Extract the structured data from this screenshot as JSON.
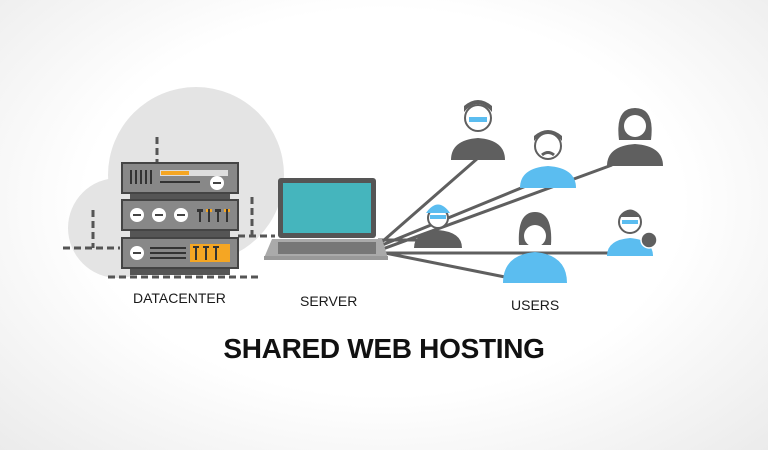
{
  "title": "SHARED WEB HOSTING",
  "labels": {
    "datacenter": "DATACENTER",
    "server": "SERVER",
    "users": "USERS"
  },
  "colors": {
    "dark": "#5f5f5f",
    "blue": "#5bbdf0",
    "orange": "#f5a623",
    "screen": "#45b5bd",
    "cloud": "#e4e4e4"
  },
  "users": [
    {
      "name": "businessman",
      "color": "dark"
    },
    {
      "name": "doctor",
      "color": "blue"
    },
    {
      "name": "support-agent",
      "color": "dark"
    },
    {
      "name": "engineer",
      "color": "dark"
    },
    {
      "name": "woman",
      "color": "blue"
    },
    {
      "name": "idea-person",
      "color": "blue"
    }
  ]
}
